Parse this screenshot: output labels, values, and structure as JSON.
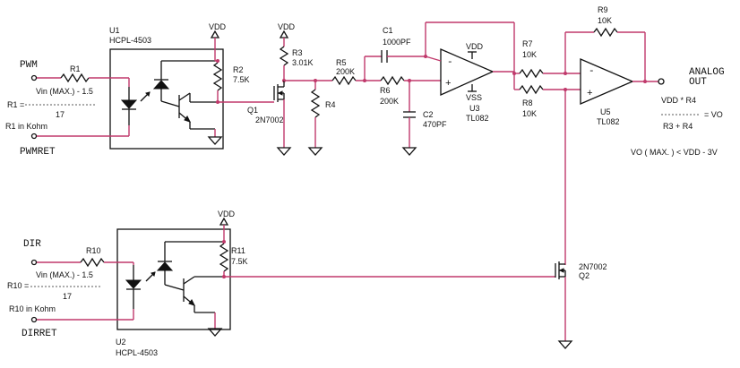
{
  "labels": {
    "u1": "U1",
    "u1_part": "HCPL-4503",
    "u2": "U2",
    "u2_part": "HCPL-4503",
    "vdd": "VDD",
    "vss": "VSS",
    "pwm": "PWM",
    "pwmret": "PWMRET",
    "dir": "DIR",
    "dirret": "DIRRET",
    "analog_out_1": "ANALOG",
    "analog_out_2": "OUT",
    "r1": "R1",
    "r1_num": "Vin (MAX.) - 1.5",
    "r1_eq": "R1 =",
    "r1_den": "17",
    "r1_unit": "R1 in Kohm",
    "r10": "R10",
    "r10_num": "Vin (MAX.) - 1.5",
    "r10_eq": "R10 =",
    "r10_den": "17",
    "r10_unit": "R10 in Kohm",
    "r2": "R2",
    "r2_val": "7.5K",
    "r11": "R11",
    "r11_val": "7.5K",
    "r3": "R3",
    "r3_val": "3.01K",
    "r4": "R4",
    "r5": "R5",
    "r5_val": "200K",
    "r6": "R6",
    "r6_val": "200K",
    "r7": "R7",
    "r7_val": "10K",
    "r8": "R8",
    "r8_val": "10K",
    "r9": "R9",
    "r9_val": "10K",
    "c1": "C1",
    "c1_val": "1000PF",
    "c2": "C2",
    "c2_val": "470PF",
    "q1": "Q1",
    "q1_part": "2N7002",
    "q2_part": "2N7002",
    "q2": "Q2",
    "u3": "U3",
    "u3_part": "TL082",
    "u5": "U5",
    "u5_part": "TL082",
    "minus": "-",
    "plus": "+",
    "eq_num": "VDD * R4",
    "eq_rhs": "= VO",
    "eq_den": "R3 + R4",
    "eq_max": "VO ( MAX. ) < VDD - 3V"
  },
  "colors": {
    "wire": "#c0396b",
    "component": "#111111"
  }
}
